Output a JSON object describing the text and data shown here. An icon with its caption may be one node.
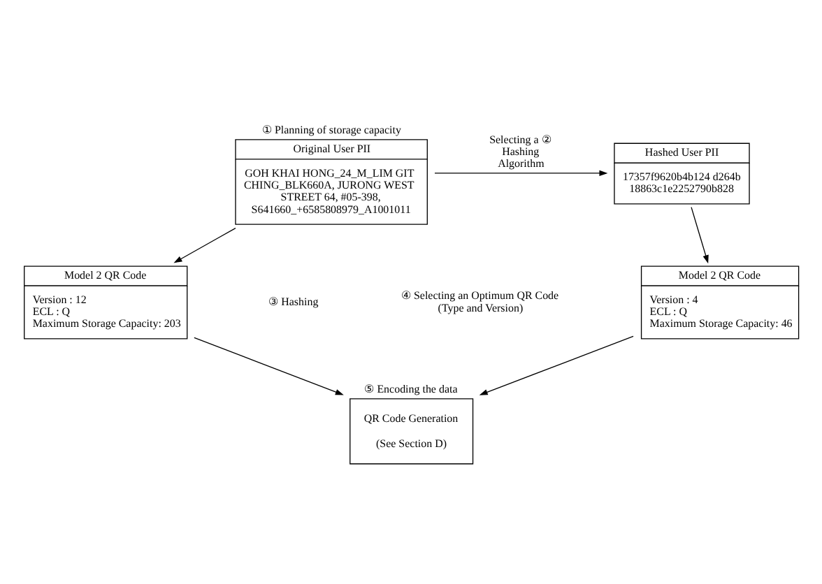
{
  "diagram": {
    "nodes": [
      {
        "text": [
          "Original User PII",
          "GOH KHAI HONG_24_M_LIM GIT CHING_BLK660A, JURONG WEST STREET 64, #05-398, S641660_+6585808979_A1001011"
        ],
        "beside": [
          "① Planning of storage capacity"
        ]
      },
      {
        "text": [
          "Hashed User PII",
          "17357f9620b4b124 d264b18863c1e2252790b828"
        ]
      },
      {
        "text": [
          "Model 2 QR Code",
          "Version : 12",
          "ECL : Q",
          "Maximum Storage Capacity: 203"
        ]
      },
      {
        "text": [
          "Model 2 QR Code",
          "Version : 4",
          "ECL : Q",
          "Maximum Storage Capacity: 46"
        ]
      },
      {
        "text": [
          "QR Code Generation",
          "(See Section D)"
        ],
        "beside": [
          "⑤ Encoding the data"
        ]
      }
    ],
    "edges": [
      {
        "from": 0,
        "to": 1,
        "arrow": "to",
        "label": "Selecting a ② Hashing Algorithm"
      },
      {
        "from": 0,
        "to": 2,
        "arrow": "to"
      },
      {
        "from": 1,
        "to": 3,
        "arrow": "to"
      },
      {
        "from": 2,
        "to": 4,
        "arrow": "to"
      },
      {
        "from": 3,
        "to": 4,
        "arrow": "to"
      }
    ],
    "labels": [
      "③ Hashing",
      "④ Selecting an Optimum QR Code (Type and Version)"
    ]
  }
}
